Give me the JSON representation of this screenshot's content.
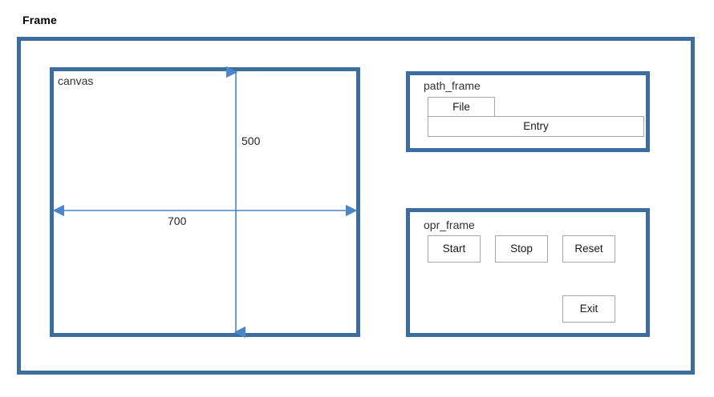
{
  "title": "Frame",
  "colors": {
    "frame_border": "#3d6d9e",
    "dimension_arrow": "#4a86c8",
    "widget_border": "#a6a6a6",
    "background": "#ffffff",
    "text": "#333333"
  },
  "canvas": {
    "label": "canvas",
    "dimensions": {
      "height_label": "500",
      "width_label": "700"
    }
  },
  "path_frame": {
    "label": "path_frame",
    "file_button": "File",
    "entry_label": "Entry"
  },
  "opr_frame": {
    "label": "opr_frame",
    "buttons": [
      {
        "label": "Start"
      },
      {
        "label": "Stop"
      },
      {
        "label": "Reset"
      },
      {
        "label": "Exit"
      }
    ]
  }
}
